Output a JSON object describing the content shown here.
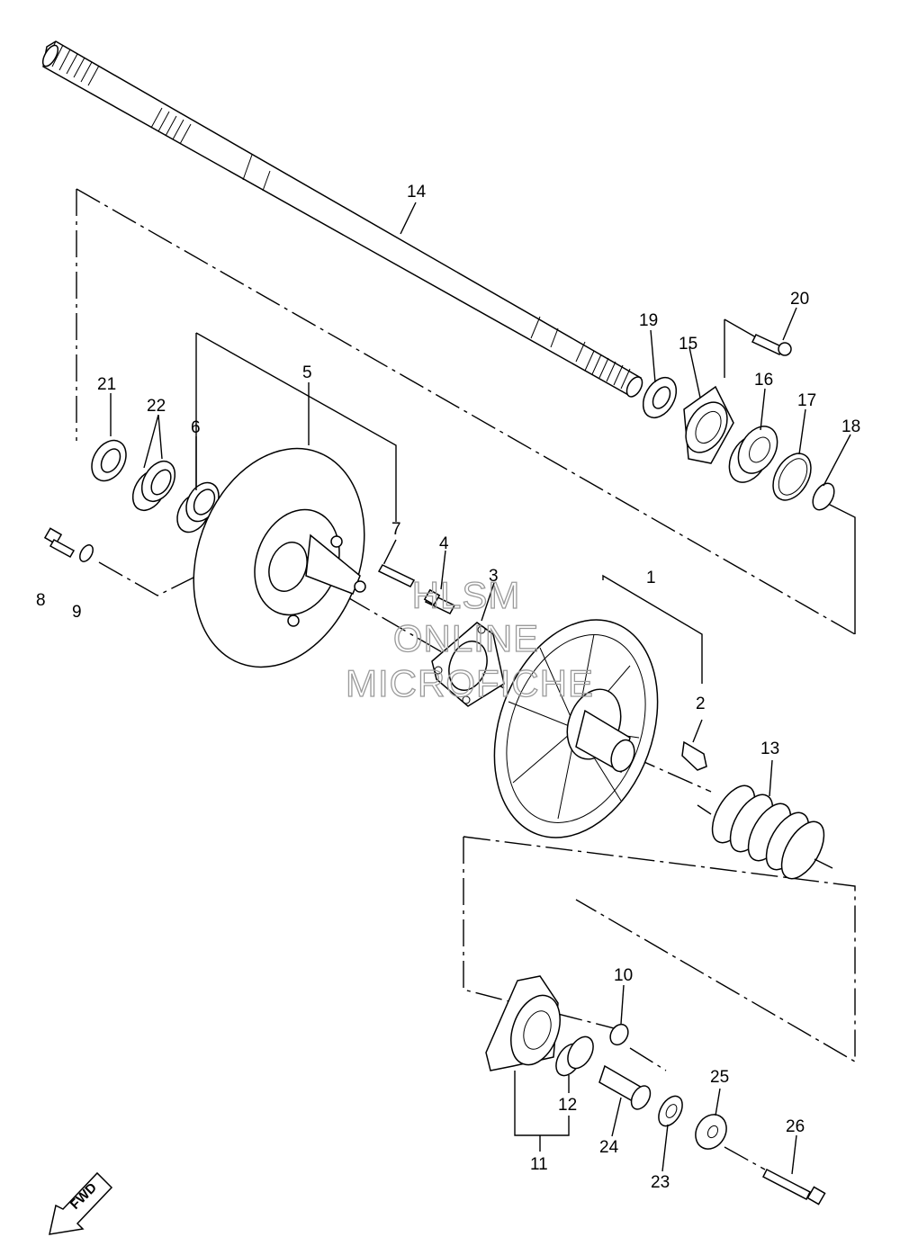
{
  "labels": {
    "p1": "1",
    "p2": "2",
    "p3": "3",
    "p4": "4",
    "p5": "5",
    "p6": "6",
    "p7": "7",
    "p8": "8",
    "p9": "9",
    "p10": "10",
    "p11": "11",
    "p12": "12",
    "p13": "13",
    "p14": "14",
    "p15": "15",
    "p16": "16",
    "p17": "17",
    "p18": "18",
    "p19": "19",
    "p20": "20",
    "p21": "21",
    "p22": "22",
    "p23": "23",
    "p24": "24",
    "p25": "25",
    "p26": "26"
  },
  "watermark": {
    "line1": "HLSM",
    "line2": "ONLINE",
    "line3": "MICROFICHE"
  },
  "fwd": {
    "text": "FWD"
  }
}
